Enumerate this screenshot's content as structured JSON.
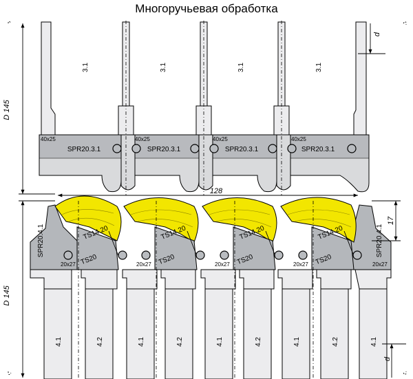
{
  "title": "Многоручьевая обработка",
  "top_assembly": {
    "shaft_labels": [
      "3.1",
      "3.1",
      "3.1",
      "3.1"
    ],
    "insert_labels": [
      "SPR20.3.1",
      "SPR20.3.1",
      "SPR20.3.1",
      "SPR20.3.1"
    ],
    "insert_sizes": [
      "40x25",
      "40x25",
      "40x25",
      "40x25"
    ]
  },
  "bottom_assembly": {
    "shaft_labels": [
      "4.1",
      "4.2",
      "4.1",
      "4.2",
      "4.1",
      "4.2",
      "4.1",
      "4.2",
      "4.1"
    ],
    "insert_labels": [
      "SPR20.4.1",
      "SPR20.4.1"
    ],
    "knife_labels": [
      "TS14.20",
      "TS14.20",
      "TS14.20",
      "TS14.20"
    ],
    "knife_small_labels": [
      "TS20",
      "TS20",
      "TS20",
      "TS20"
    ],
    "insert_sizes": [
      "20x27",
      "20x27",
      "20x27",
      "20x27",
      "20x27"
    ]
  },
  "dimensions": {
    "diameter_top": "D 145",
    "diameter_bottom": "D 145",
    "width": "128",
    "depth_top": "d",
    "depth_bottom": "d",
    "height_right": "17"
  }
}
